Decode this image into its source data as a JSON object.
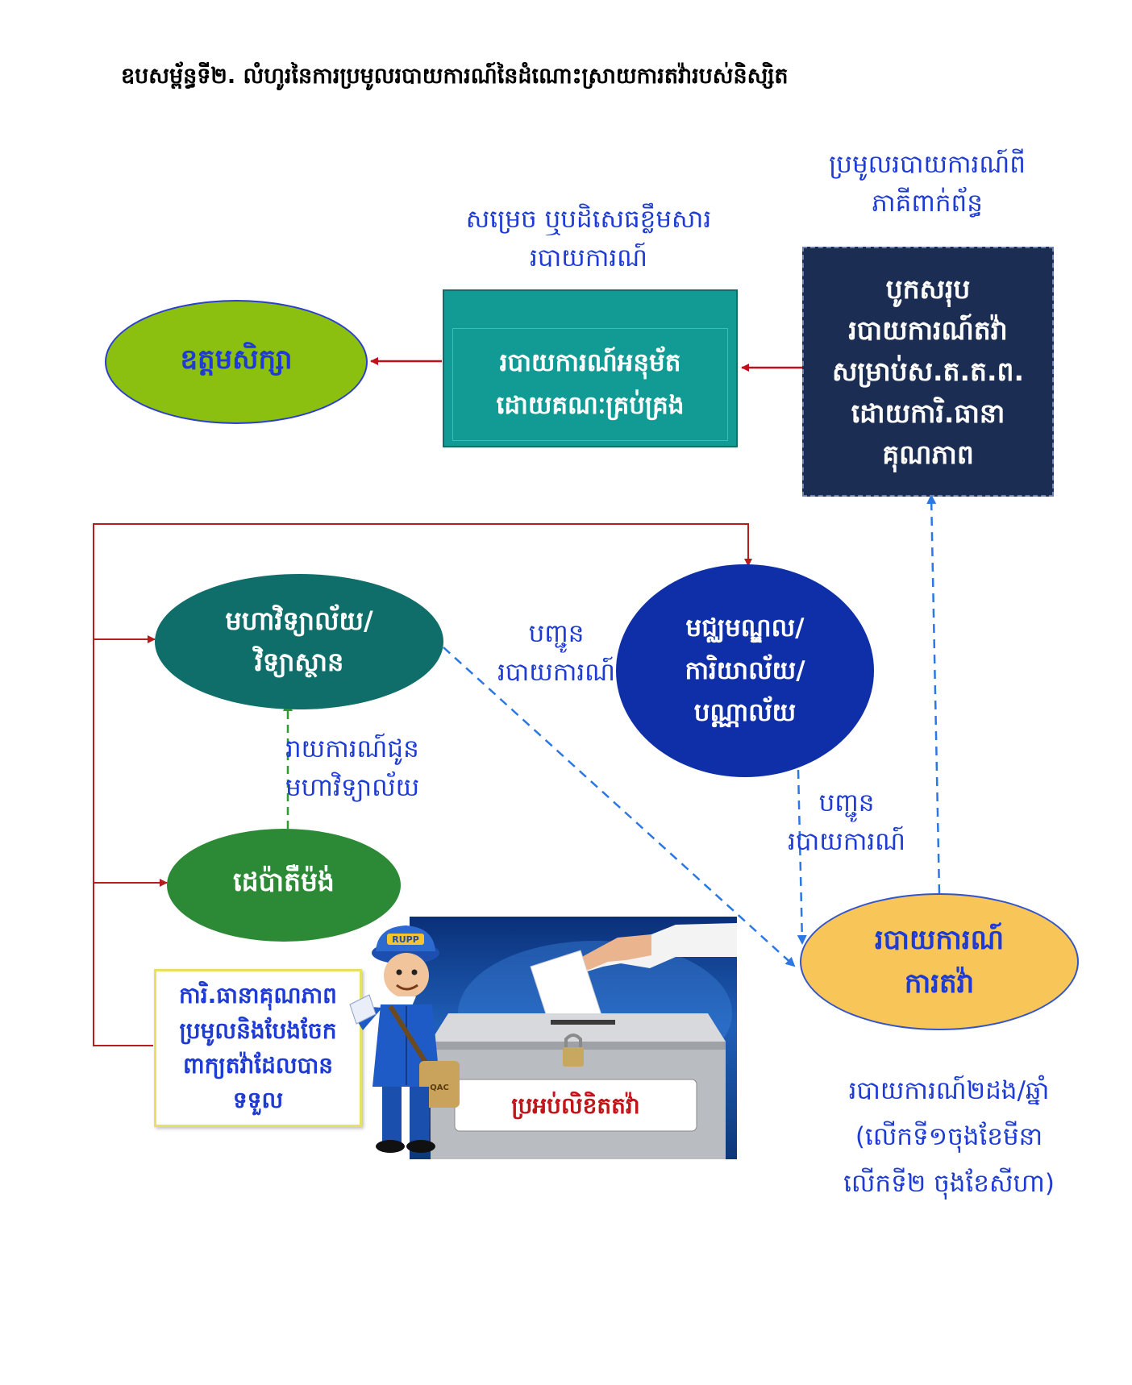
{
  "title": "ឧបសម្ព័ន្ធទី២. លំហូរនៃការប្រមូលរបាយការណ៍នៃដំណោះស្រាយការតវ៉ារបស់និស្សិត",
  "nodes": {
    "rector": {
      "line1": "ឧត្តមសិក្សា"
    },
    "approved_report": {
      "line1": "របាយការណ៍អនុម័ត",
      "line2": "ដោយគណៈគ្រប់គ្រង"
    },
    "summary_report": {
      "line1": "បូកសរុប",
      "line2": "របាយការណ៍តវ៉ា",
      "line3": "សម្រាប់ស.ត.ត.ព.",
      "line4": "ដោយការិ.ធានា",
      "line5": "គុណភាព"
    },
    "faculty": {
      "line1": "មហាវិទ្យាល័យ/",
      "line2": "វិទ្យាស្ថាន"
    },
    "center": {
      "line1": "មជ្ឈមណ្ឌល/",
      "line2": "ការិយាល័យ/",
      "line3": "បណ្ណាល័យ"
    },
    "department": {
      "line1": "ដេប៉ាតឺម៉ង់"
    },
    "complaint_report": {
      "line1": "របាយការណ៍",
      "line2": "ការតវ៉ា"
    },
    "qa_office": {
      "line1": "ការិ.ធានាគុណភាព",
      "line2": "ប្រមូលនិងបែងចែក",
      "line3": "ពាក្យតវ៉ាដែលបាន",
      "line4": "ទទួល"
    }
  },
  "labels": {
    "collect_from_stakeholders": {
      "line1": "ប្រមូលរបាយការណ៍ពី",
      "line2": "ភាគីពាក់ព័ន្ធ"
    },
    "approve_or_reject": {
      "line1": "សម្រេច ឬបដិសេធខ្លឹមសារ",
      "line2": "របាយការណ៍"
    },
    "send_report_1": {
      "line1": "បញ្ជូន",
      "line2": "របាយការណ៍"
    },
    "send_report_2": {
      "line1": "បញ្ជូន",
      "line2": "របាយការណ៍"
    },
    "report_to_faculty": {
      "line1": "រាយការណ៍ជូន",
      "line2": "មហាវិទ្យាល័យ"
    },
    "frequency": {
      "line1": "របាយការណ៍២ដង/ឆ្នាំ",
      "line2": "(លើកទី១ចុងខែមីនា",
      "line3": "លើកទី២ ចុងខែសីហា)"
    }
  },
  "illustration": {
    "ballot_box_label": "ប្រអប់លិខិតតវ៉ា",
    "cap_text": "RUPP",
    "bag_text": "QAC"
  },
  "colors": {
    "rector_fill": "#8cc010",
    "approved_fill": "#129b94",
    "summary_fill": "#1b2d52",
    "faculty_fill": "#0f6e6a",
    "center_fill": "#0f2fa8",
    "department_fill": "#2c8a36",
    "complaint_fill": "#f8c558",
    "qa_border": "#e8e060",
    "label_text": "#1f3bd6",
    "red_arrow": "#b81d1d",
    "blue_dash": "#2b78e4",
    "green_dash": "#2f9a2f"
  }
}
